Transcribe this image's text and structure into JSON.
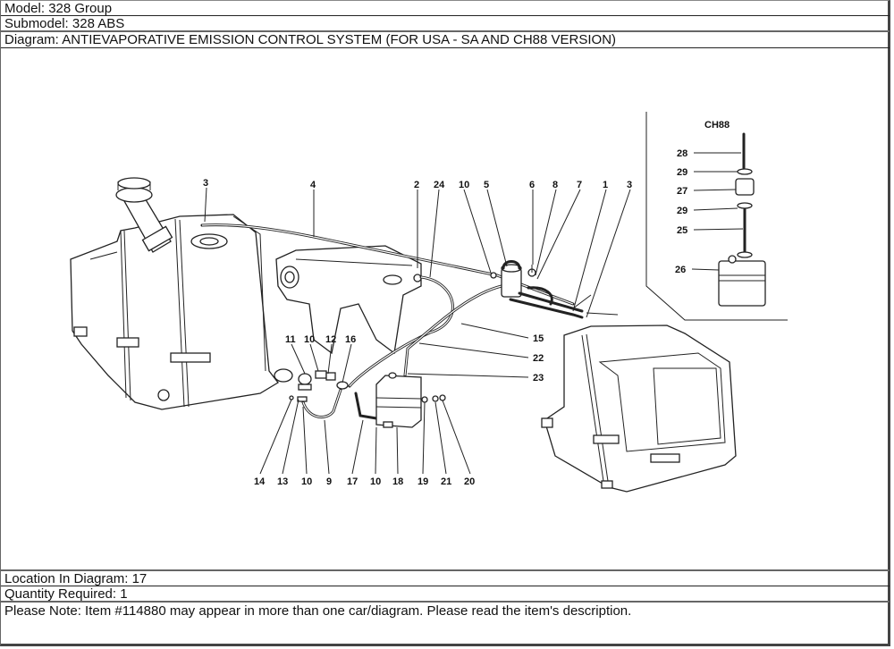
{
  "header": {
    "model": "Model: 328 Group",
    "submodel": "Submodel: 328 ABS",
    "diagram": "Diagram: ANTIEVAPORATIVE EMISSION CONTROL SYSTEM (FOR USA - SA AND CH88 VERSION)"
  },
  "diagram": {
    "inset_title": "CH88",
    "callouts": {
      "c3a": "3",
      "c4": "4",
      "c2": "2",
      "c24": "24",
      "c10a": "10",
      "c5": "5",
      "c6": "6",
      "c8": "8",
      "c7": "7",
      "c1": "1",
      "c3b": "3",
      "c11": "11",
      "c10b": "10",
      "c12": "12",
      "c16": "16",
      "c15": "15",
      "c22": "22",
      "c23": "23",
      "c14": "14",
      "c13": "13",
      "c10c": "10",
      "c9": "9",
      "c17": "17",
      "c10d": "10",
      "c18": "18",
      "c19": "19",
      "c21": "21",
      "c20": "20",
      "c28": "28",
      "c29a": "29",
      "c27": "27",
      "c29b": "29",
      "c25": "25",
      "c26": "26"
    }
  },
  "footer": {
    "location": "Location In Diagram: 17",
    "quantity": "Quantity Required: 1",
    "note": "Please Note: Item #114880 may appear in more than one car/diagram. Please read the item's description."
  }
}
